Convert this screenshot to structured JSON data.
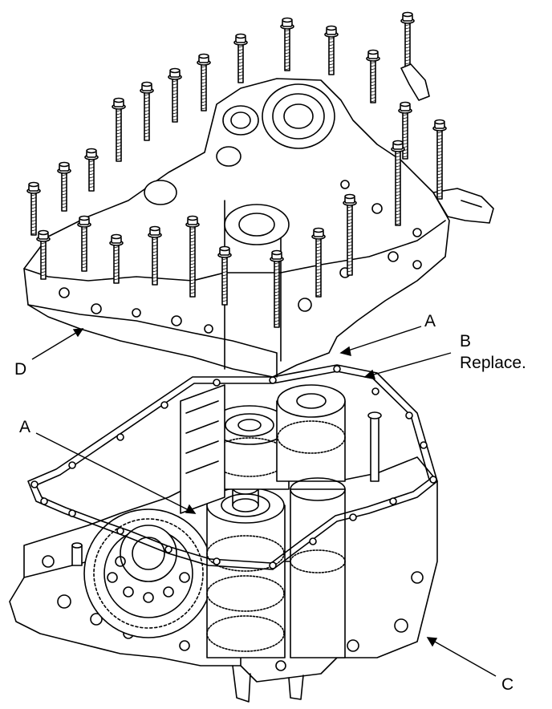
{
  "callouts": {
    "a_top": "A",
    "b": "B",
    "b_note": "Replace.",
    "d": "D",
    "a_bottom": "A",
    "c": "C"
  },
  "colors": {
    "line": "#000000",
    "fill": "#ffffff"
  }
}
